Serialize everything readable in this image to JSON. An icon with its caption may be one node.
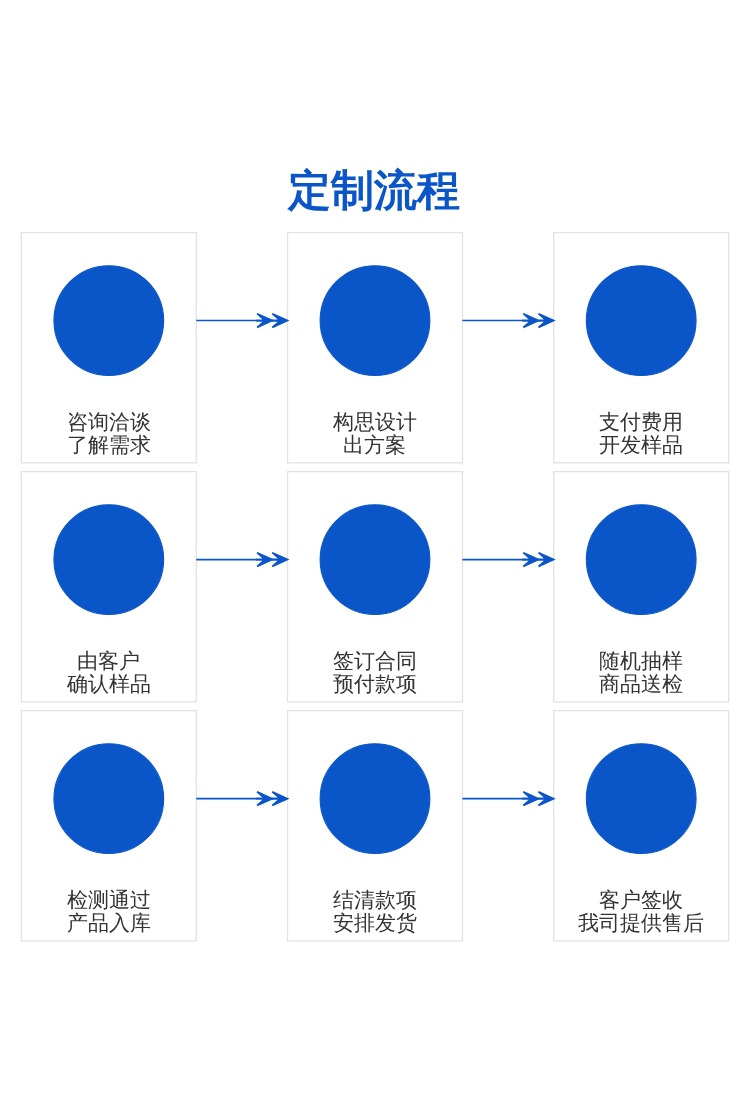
{
  "diagram": {
    "title": "定制流程",
    "nodes": [
      {
        "text": [
          "咨询洽谈了解需求"
        ]
      },
      {
        "text": [],
        "shape": "circle",
        "in": 0
      },
      {
        "text": [
          "构思设计出方案"
        ]
      },
      {
        "text": [],
        "shape": "circle",
        "in": 2
      },
      {
        "text": [
          "支付费用开发样品"
        ]
      },
      {
        "text": [],
        "shape": "circle",
        "in": 4
      },
      {
        "text": [
          "由客户确认样品"
        ]
      },
      {
        "text": [],
        "shape": "circle",
        "in": 6
      },
      {
        "text": [
          "签订合同预付款项"
        ]
      },
      {
        "text": [],
        "shape": "circle",
        "in": 8
      },
      {
        "text": [
          "随机抽样商品送检"
        ]
      },
      {
        "text": [],
        "shape": "circle",
        "in": 10
      },
      {
        "text": [
          "检测通过产品入库"
        ]
      },
      {
        "text": [],
        "shape": "circle",
        "in": 12
      },
      {
        "text": [
          "结清款项安排发货"
        ]
      },
      {
        "text": [],
        "shape": "circle",
        "in": 14
      },
      {
        "text": [
          "客户签收我司提供售后"
        ]
      },
      {
        "text": [],
        "shape": "circle",
        "in": 16
      }
    ],
    "edges": [
      {
        "from": 0,
        "to": 2,
        "arrow": "to"
      },
      {
        "from": 2,
        "to": 4,
        "arrow": "to"
      },
      {
        "from": 6,
        "to": 8,
        "arrow": "to"
      },
      {
        "from": 8,
        "to": 10,
        "arrow": "to"
      },
      {
        "from": 12,
        "to": 14,
        "arrow": "to"
      },
      {
        "from": 14,
        "to": 16,
        "arrow": "to"
      }
    ]
  }
}
